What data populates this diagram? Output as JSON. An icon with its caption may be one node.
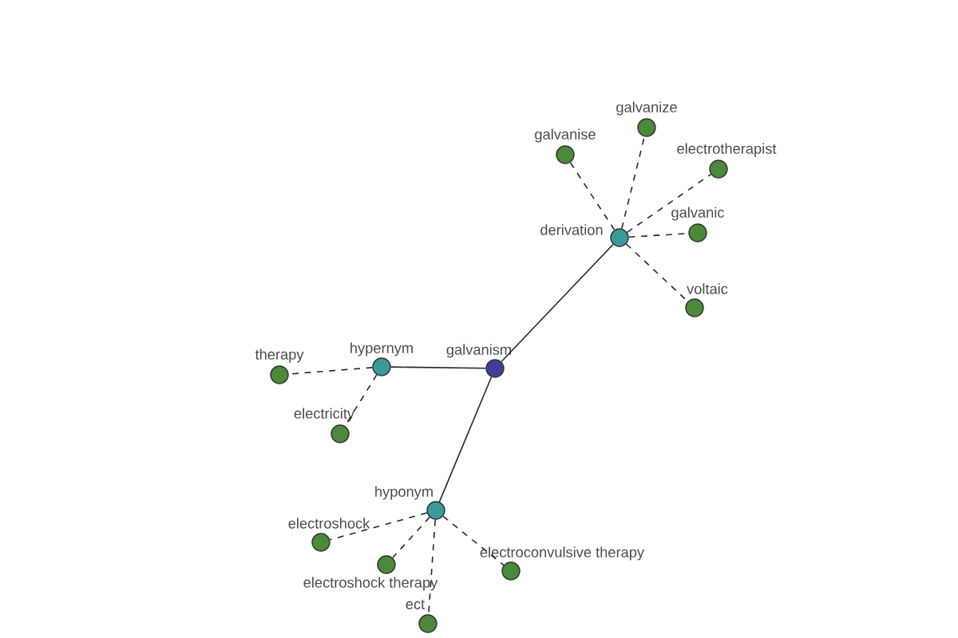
{
  "diagram": {
    "nodes": [
      {
        "text": [
          "galvanism"
        ]
      },
      {
        "text": [
          "hypernym"
        ]
      },
      {
        "text": [
          "therapy"
        ]
      },
      {
        "text": [
          "electricity"
        ]
      },
      {
        "text": [
          "derivation"
        ]
      },
      {
        "text": [
          "galvanise"
        ]
      },
      {
        "text": [
          "galvanize"
        ]
      },
      {
        "text": [
          "electrotherapist"
        ]
      },
      {
        "text": [
          "galvanic"
        ]
      },
      {
        "text": [
          "voltaic"
        ]
      },
      {
        "text": [
          "hyponym"
        ]
      },
      {
        "text": [
          "electroshock"
        ]
      },
      {
        "text": [
          "electroshock therapy"
        ]
      },
      {
        "text": [
          "electroconvulsive therapy"
        ]
      },
      {
        "text": [
          "ect"
        ]
      }
    ],
    "edges": [
      {
        "from": 0,
        "to": 1,
        "arrow": "none"
      },
      {
        "from": 0,
        "to": 4,
        "arrow": "none"
      },
      {
        "from": 0,
        "to": 10,
        "arrow": "none"
      },
      {
        "from": 1,
        "to": 2,
        "arrow": "none",
        "style": "dashed"
      },
      {
        "from": 1,
        "to": 3,
        "arrow": "none",
        "style": "dashed"
      },
      {
        "from": 4,
        "to": 5,
        "arrow": "none",
        "style": "dashed"
      },
      {
        "from": 4,
        "to": 6,
        "arrow": "none",
        "style": "dashed"
      },
      {
        "from": 4,
        "to": 7,
        "arrow": "none",
        "style": "dashed"
      },
      {
        "from": 4,
        "to": 8,
        "arrow": "none",
        "style": "dashed"
      },
      {
        "from": 4,
        "to": 9,
        "arrow": "none",
        "style": "dashed"
      },
      {
        "from": 10,
        "to": 11,
        "arrow": "none",
        "style": "dashed"
      },
      {
        "from": 10,
        "to": 12,
        "arrow": "none",
        "style": "dashed"
      },
      {
        "from": 10,
        "to": 13,
        "arrow": "none",
        "style": "dashed"
      },
      {
        "from": 10,
        "to": 14,
        "arrow": "none",
        "style": "dashed"
      }
    ]
  }
}
